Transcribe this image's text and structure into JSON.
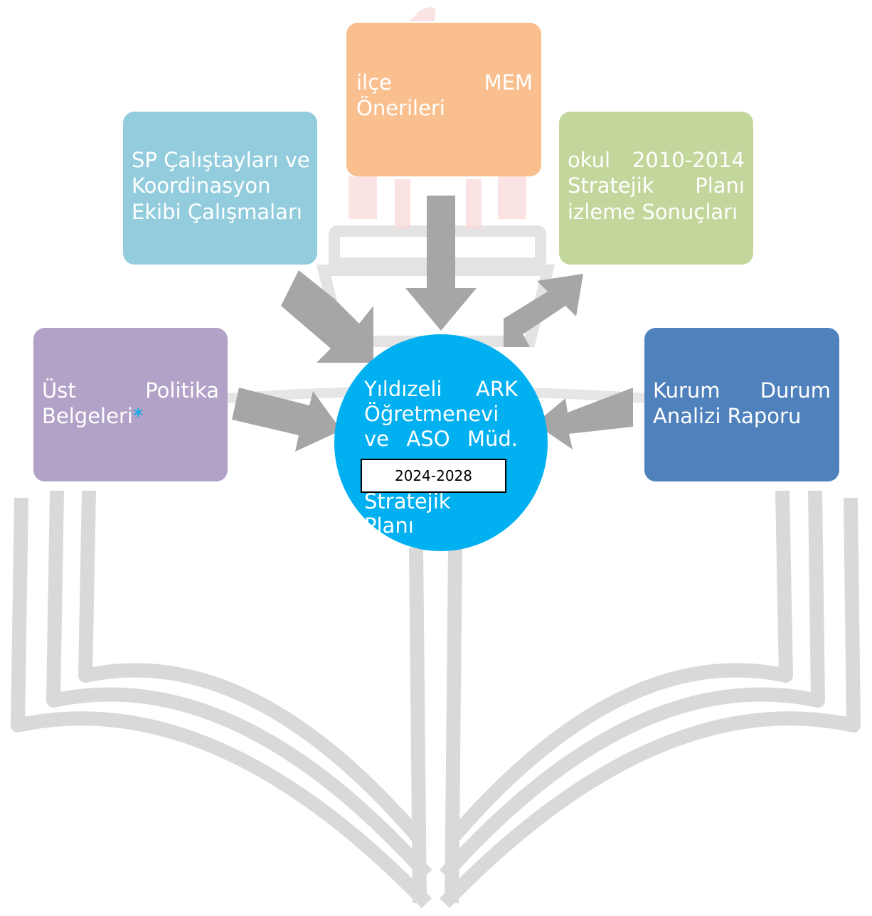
{
  "diagram": {
    "center": {
      "lines": [
        "Yıldızeli ARK",
        "Öğretmenevi",
        "ve ASO Müd."
      ],
      "year": "2024-2028",
      "bottom": "Stratejik Planı",
      "color": "#00b0f0"
    },
    "boxes": {
      "ilce": {
        "line1": "ilçe MEM",
        "line2": "Önerileri",
        "color": "#f9bf8e"
      },
      "sp": {
        "line1": "SP Çalıştayları ve",
        "line2": "Koordinasyon",
        "line3": "Ekibi Çalışmaları",
        "color": "#93cddd"
      },
      "okul": {
        "line1": "okul 2010-2014",
        "line2": "Stratejik Planı",
        "line3": "izleme Sonuçları",
        "color": "#c3d69b"
      },
      "ust": {
        "line1": "Üst Politika",
        "line2": "Belgeleri",
        "asterisk": "*",
        "color": "#b2a2c7"
      },
      "kurum": {
        "line1": "Kurum Durum",
        "line2": "Analizi Raporu",
        "color": "#4f81bd"
      }
    },
    "arrow_color": "#a6a6a6"
  }
}
